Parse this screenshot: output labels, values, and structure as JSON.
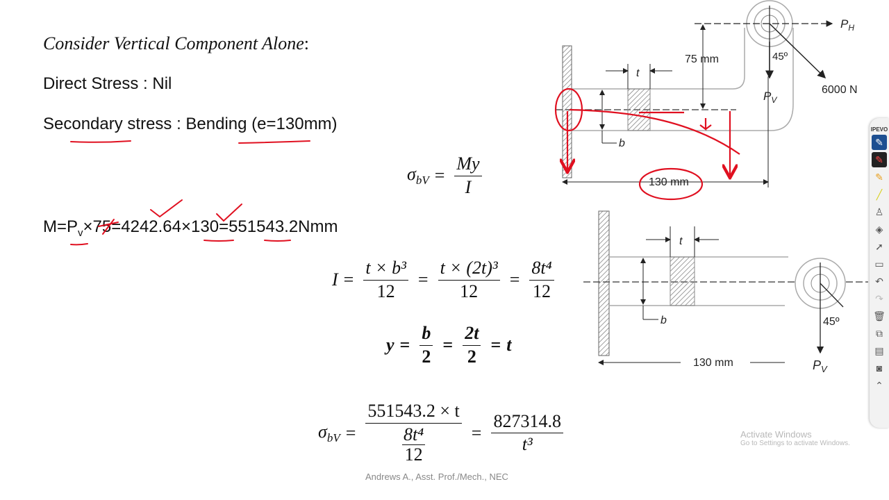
{
  "heading": "Consider Vertical Component Alone",
  "heading_colon": ":",
  "direct_stress": "Direct Stress : Nil",
  "secondary_stress": "Secondary stress : Bending (e=130mm)",
  "moment": {
    "m": "M=P",
    "sub": "v",
    "rest1": "×",
    "crossed": "75",
    "rest2": "=4242.64×130=551543.2Nmm"
  },
  "formula_sigma": {
    "lhs": "σ",
    "lhs_sub": "bV",
    "eq": "=",
    "num": "My",
    "den": "I"
  },
  "formula_I": {
    "lhs": "I",
    "eq": "=",
    "f1_num": "t × b³",
    "f1_den": "12",
    "f2_num": "t × (2t)³",
    "f2_den": "12",
    "f3_num": "8t⁴",
    "f3_den": "12"
  },
  "formula_y": {
    "lhs": "y",
    "eq": "=",
    "f1_num": "b",
    "f1_den": "2",
    "f2_num": "2t",
    "f2_den": "2",
    "rhs": "t"
  },
  "formula_final": {
    "lhs": "σ",
    "lhs_sub": "bV",
    "eq": "=",
    "num": "551543.2 × t",
    "den_num": "8t⁴",
    "den_den": "12",
    "rhs_num": "827314.8",
    "rhs_den": "t³"
  },
  "diagram_top": {
    "ph": "P",
    "ph_sub": "H",
    "force": "6000 N",
    "angle": "45º",
    "dim75": "75 mm",
    "pv": "P",
    "pv_sub": "V",
    "t": "t",
    "b": "b",
    "dim130": "130 mm"
  },
  "diagram_bottom": {
    "t": "t",
    "b": "b",
    "angle": "45º",
    "dim130": "130 mm",
    "pv": "P",
    "pv_sub": "V"
  },
  "footer": "Andrews A., Asst. Prof./Mech., NEC",
  "watermark": {
    "title": "Activate Windows",
    "sub": "Go to Settings to activate Windows."
  },
  "toolbar": {
    "brand": "IPEVO"
  },
  "colors": {
    "annotation": "#e01020",
    "toolbar_active": "#1d4f91"
  }
}
